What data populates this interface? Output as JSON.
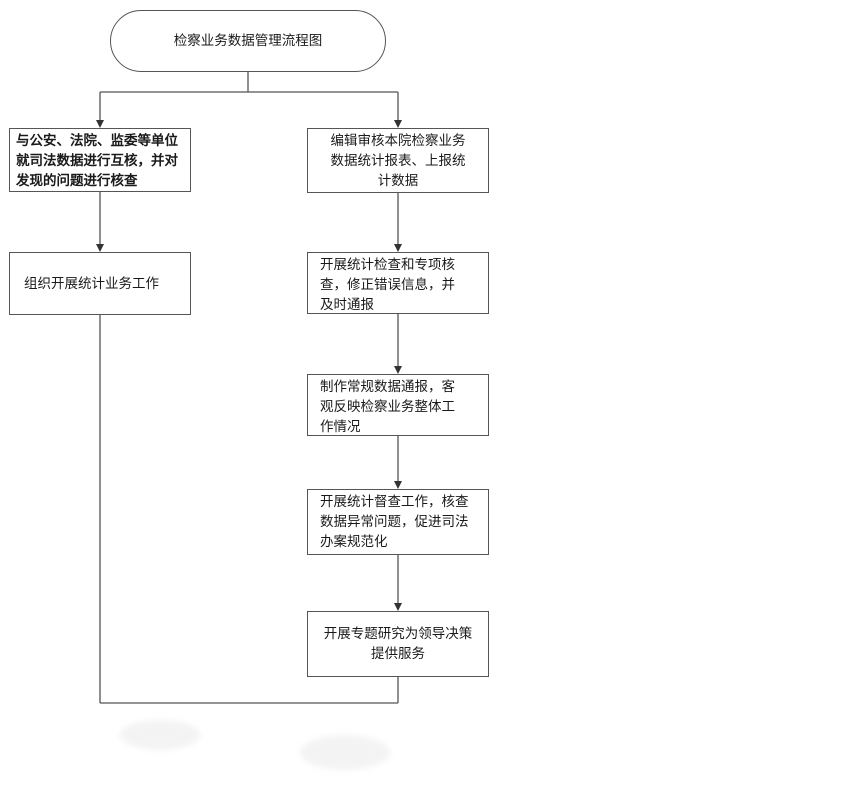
{
  "title": "检察业务数据管理流程图",
  "left_column": [
    {
      "text": "与公安、法院、监委等单位\n就司法数据进行互核，并对\n发现的问题进行核查"
    },
    {
      "text": "组织开展统计业务工作"
    }
  ],
  "right_column": [
    {
      "text": "编辑审核本院检察业务\n数据统计报表、上报统\n计数据"
    },
    {
      "text": "开展统计检查和专项核\n查，修正错误信息，并\n及时通报"
    },
    {
      "text": "制作常规数据通报，客\n观反映检察业务整体工\n作情况"
    },
    {
      "text": "开展统计督查工作，核查\n数据异常问题，促进司法\n办案规范化"
    },
    {
      "text": "开展专题研究为领导决策\n提供服务"
    }
  ],
  "colors": {
    "line": "#555555",
    "text": "#1a1a1a",
    "background": "#ffffff"
  }
}
